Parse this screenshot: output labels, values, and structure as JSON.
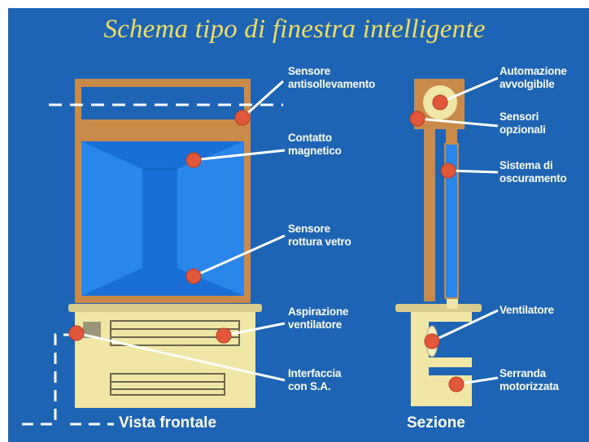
{
  "title": "Schema tipo di finestra intelligente",
  "colors": {
    "background": "#1e64b4",
    "frame": "#c98a4a",
    "glass": "#1a6fd6",
    "base": "#f0e6a6",
    "dot": "#e0573a",
    "title": "#f3dc62"
  },
  "labels": {
    "antisollevamento": [
      "Sensore",
      "antisollevamento"
    ],
    "contatto": [
      "Contatto",
      "magnetico"
    ],
    "rottura": [
      "Sensore",
      "rottura vetro"
    ],
    "aspirazione": [
      "Aspirazione",
      "ventilatore"
    ],
    "interfaccia": [
      "Interfaccia",
      "con S.A."
    ],
    "automazione": [
      "Automazione",
      "avvolgibile"
    ],
    "sensori": [
      "Sensori",
      "opzionali"
    ],
    "oscuramento": [
      "Sistema di",
      "oscuramento"
    ],
    "ventilatore": [
      "Ventilatore"
    ],
    "serranda": [
      "Serranda",
      "motorizzata"
    ]
  },
  "captions": {
    "front": "Vista frontale",
    "section": "Sezione"
  }
}
